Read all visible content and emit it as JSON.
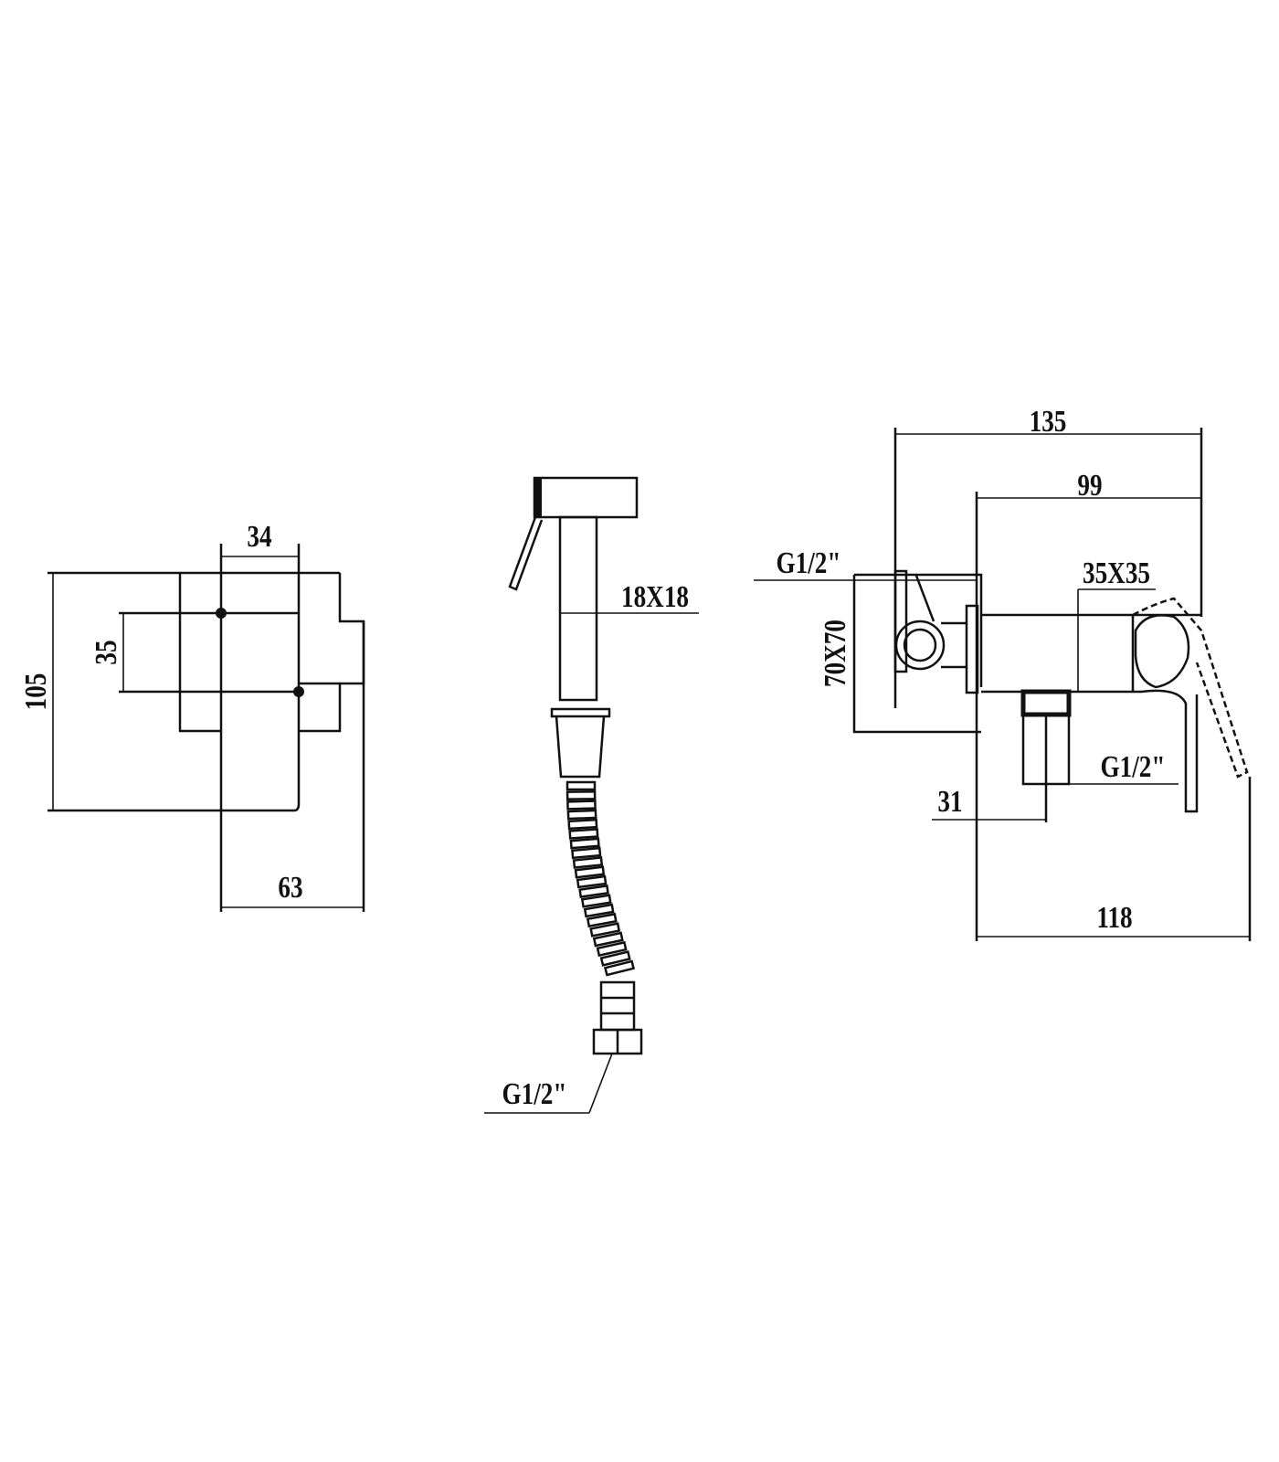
{
  "title": "Hygienic shower set technical drawing",
  "colors": {
    "ink": "#111111",
    "background": "#ffffff"
  },
  "front_view": {
    "dim_height": "105",
    "dim_center_height": "35",
    "dim_center_width": "34",
    "dim_depth": "63"
  },
  "hand_shower": {
    "dim_stem": "18X18",
    "thread": "G1/2\""
  },
  "side_view": {
    "dim_total_length": "135",
    "dim_body_length": "99",
    "thread_inlet": "G1/2\"",
    "dim_plate": "70X70",
    "dim_body": "35X35",
    "thread_outlet": "G1/2\"",
    "dim_outlet_offset": "31",
    "dim_handle_reach": "118"
  }
}
